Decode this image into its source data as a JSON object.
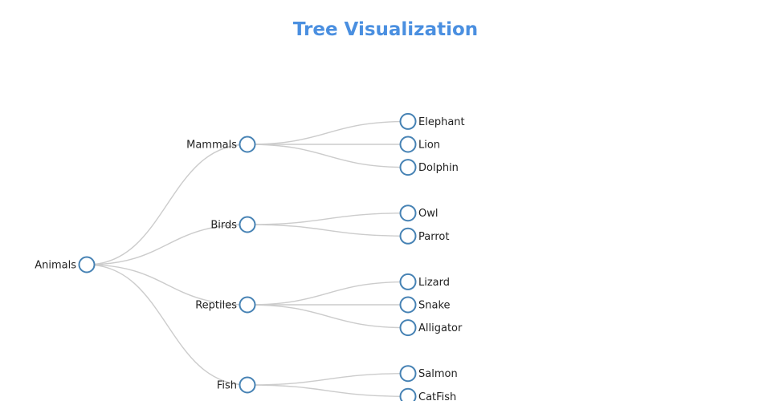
{
  "title": "Tree Visualization",
  "colors": {
    "title": "#4a8fe0",
    "node_stroke": "#4682b4",
    "link": "#cccccc"
  },
  "tree": {
    "name": "Animals",
    "children": [
      {
        "name": "Mammals",
        "children": [
          {
            "name": "Elephant"
          },
          {
            "name": "Lion"
          },
          {
            "name": "Dolphin"
          }
        ]
      },
      {
        "name": "Birds",
        "children": [
          {
            "name": "Owl"
          },
          {
            "name": "Parrot"
          }
        ]
      },
      {
        "name": "Reptiles",
        "children": [
          {
            "name": "Lizard"
          },
          {
            "name": "Snake"
          },
          {
            "name": "Alligator"
          }
        ]
      },
      {
        "name": "Fish",
        "children": [
          {
            "name": "Salmon"
          },
          {
            "name": "CatFish"
          }
        ]
      }
    ]
  }
}
